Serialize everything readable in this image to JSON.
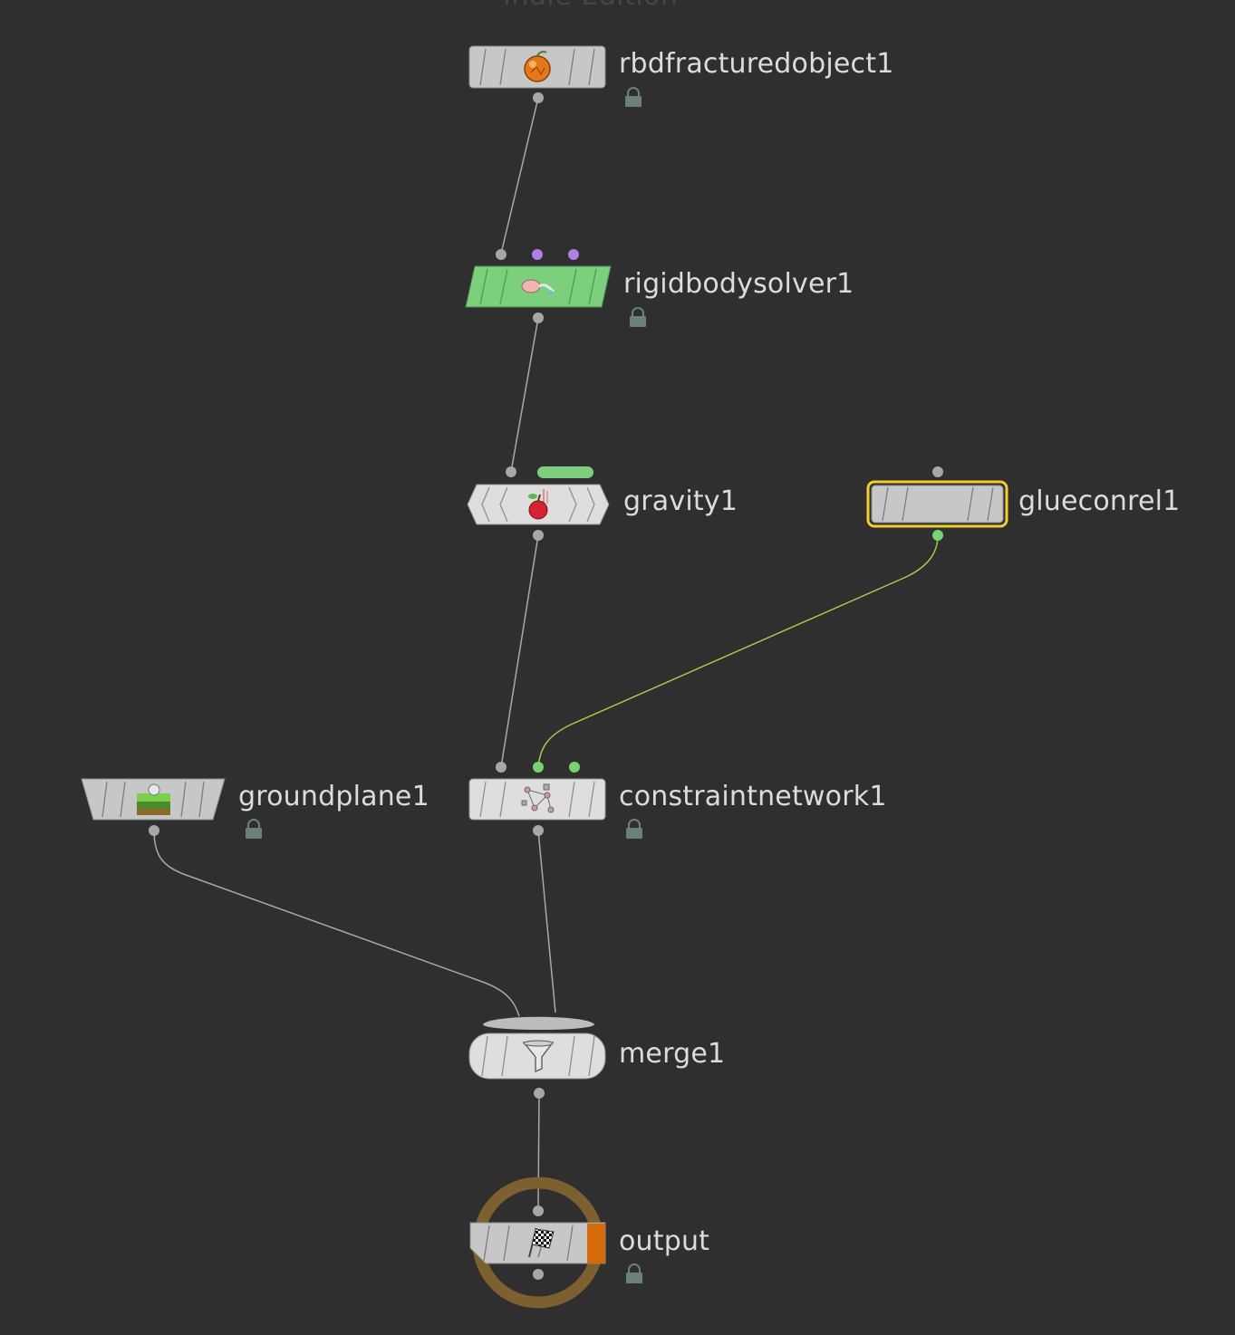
{
  "watermark": "Indie Edition",
  "colors": {
    "background": "#2f2f2f",
    "node_gray": "#c7c7c7",
    "node_light": "#dedede",
    "solver_green": "#7ccf7d",
    "selected_yellow": "#f2cf2e",
    "wire_gray": "#a9a9a9",
    "wire_green": "#a6c94e",
    "port_gray": "#a7a7a7",
    "port_purple": "#b07ee6",
    "port_green": "#78d274",
    "lock": "#6b7f7b",
    "output_ring": "#7d6030",
    "output_flag": "#d56a0c"
  },
  "nodes": {
    "rbd": {
      "label": "rbdfracturedobject1",
      "icon": "orange-fracture-icon",
      "locked": true
    },
    "solver": {
      "label": "rigidbodysolver1",
      "icon": "rigid-body-solver-icon",
      "locked": true
    },
    "gravity": {
      "label": "gravity1",
      "icon": "gravity-apple-icon",
      "locked": false
    },
    "glue": {
      "label": "glueconrel1",
      "icon": "",
      "locked": false,
      "selected": true
    },
    "ground": {
      "label": "groundplane1",
      "icon": "ground-plane-icon",
      "locked": true
    },
    "constraint": {
      "label": "constraintnetwork1",
      "icon": "constraint-network-icon",
      "locked": true
    },
    "merge": {
      "label": "merge1",
      "icon": "funnel-icon",
      "locked": false
    },
    "output": {
      "label": "output",
      "icon": "checkered-flag-icon",
      "locked": true,
      "is_output": true
    }
  }
}
